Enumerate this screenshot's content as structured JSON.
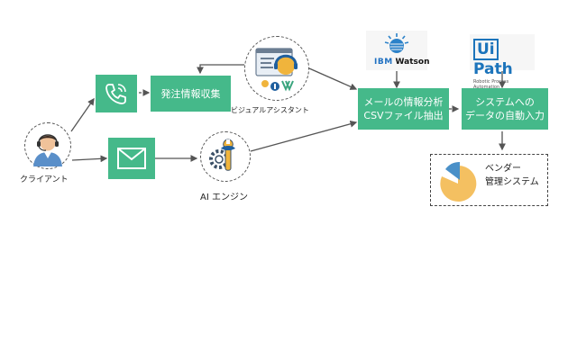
{
  "nodes": {
    "client": {
      "label": "クライアント"
    },
    "order_collection": {
      "label": "発注情報収集"
    },
    "visual_assistant": {
      "label": "ビジュアルアシスタント"
    },
    "ai_engine": {
      "label": "AI エンジン"
    },
    "email_analysis": {
      "line1": "メールの情報分析",
      "line2": "CSVファイル抽出"
    },
    "auto_input": {
      "line1": "システムへの",
      "line2": "データの自動入力"
    },
    "vendor_system": {
      "line1": "ベンダー",
      "line2": "管理システム"
    }
  },
  "logos": {
    "ibm_watson": {
      "brand": "IBM",
      "product": "Watson"
    },
    "uipath": {
      "ui": "Ui",
      "path": "Path",
      "tagline": "Robotic Process Automation"
    }
  },
  "colors": {
    "box_green": "#45b98a",
    "arrow": "#555555",
    "pie_yellow": "#f4c061",
    "pie_blue": "#4a90c8",
    "ibm_blue": "#1f70c1",
    "uipath_blue": "#1c74bb"
  },
  "icons": [
    "headset-person-icon",
    "phone-icon",
    "email-icon",
    "visual-assistant-icon",
    "wrench-gear-icon",
    "watson-globe-icon",
    "pie-chart-icon"
  ]
}
